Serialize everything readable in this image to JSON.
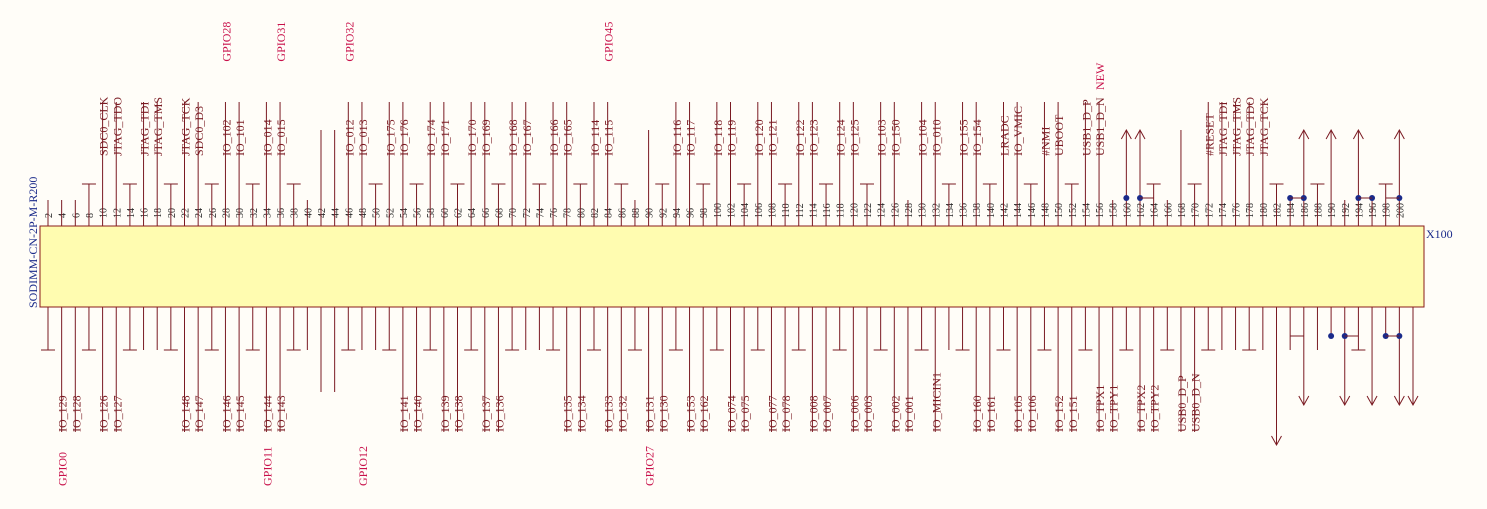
{
  "component": {
    "reference": "X100",
    "part_name": "SODIMM-CN-2P-M-R200",
    "body_color": "#fffcb0",
    "body_border_color": "#8a1a1a",
    "wire_color": "#7a1a22",
    "net_color": "#7a1a22",
    "alias_color": "#c8104a",
    "ref_color": "#1a2a8a",
    "junction_color": "#1a2a8a"
  },
  "top_pins": [
    {
      "num": "2",
      "net": "",
      "alias": "",
      "kind": "plain"
    },
    {
      "num": "4",
      "net": "",
      "alias": "",
      "kind": "plain"
    },
    {
      "num": "6",
      "net": "",
      "alias": "",
      "kind": "plain"
    },
    {
      "num": "8",
      "net": "",
      "alias": "",
      "kind": "gnd"
    },
    {
      "num": "10",
      "net": "SDC0_CLK",
      "alias": "",
      "kind": "net"
    },
    {
      "num": "12",
      "net": "JTAG_TDO",
      "alias": "",
      "kind": "net"
    },
    {
      "num": "14",
      "net": "",
      "alias": "",
      "kind": "gnd"
    },
    {
      "num": "16",
      "net": "JTAG_TDI",
      "alias": "",
      "kind": "net"
    },
    {
      "num": "18",
      "net": "JTAG_TMS",
      "alias": "",
      "kind": "net"
    },
    {
      "num": "20",
      "net": "",
      "alias": "",
      "kind": "gnd"
    },
    {
      "num": "22",
      "net": "JTAG_TCK",
      "alias": "",
      "kind": "net"
    },
    {
      "num": "24",
      "net": "SDC0_D3",
      "alias": "",
      "kind": "net"
    },
    {
      "num": "26",
      "net": "",
      "alias": "",
      "kind": "gnd"
    },
    {
      "num": "28",
      "net": "IO_102",
      "alias": "GPIO28",
      "kind": "net"
    },
    {
      "num": "30",
      "net": "IO_101",
      "alias": "",
      "kind": "net"
    },
    {
      "num": "32",
      "net": "",
      "alias": "",
      "kind": "gnd"
    },
    {
      "num": "34",
      "net": "IO_014",
      "alias": "",
      "kind": "net"
    },
    {
      "num": "36",
      "net": "IO_015",
      "alias": "GPIO31",
      "kind": "net"
    },
    {
      "num": "38",
      "net": "",
      "alias": "",
      "kind": "gnd"
    },
    {
      "num": "40",
      "net": "",
      "alias": "",
      "kind": "plain"
    },
    {
      "num": "42",
      "net": "",
      "alias": "",
      "kind": "open"
    },
    {
      "num": "44",
      "net": "",
      "alias": "",
      "kind": "open"
    },
    {
      "num": "46",
      "net": "IO_012",
      "alias": "GPIO32",
      "kind": "net"
    },
    {
      "num": "48",
      "net": "IO_013",
      "alias": "",
      "kind": "net"
    },
    {
      "num": "50",
      "net": "",
      "alias": "",
      "kind": "gnd"
    },
    {
      "num": "52",
      "net": "IO_175",
      "alias": "",
      "kind": "net"
    },
    {
      "num": "54",
      "net": "IO_176",
      "alias": "",
      "kind": "net"
    },
    {
      "num": "56",
      "net": "",
      "alias": "",
      "kind": "gnd"
    },
    {
      "num": "58",
      "net": "IO_174",
      "alias": "",
      "kind": "net"
    },
    {
      "num": "60",
      "net": "IO_171",
      "alias": "",
      "kind": "net"
    },
    {
      "num": "62",
      "net": "",
      "alias": "",
      "kind": "gnd"
    },
    {
      "num": "64",
      "net": "IO_170",
      "alias": "",
      "kind": "net"
    },
    {
      "num": "66",
      "net": "IO_169",
      "alias": "",
      "kind": "net"
    },
    {
      "num": "68",
      "net": "",
      "alias": "",
      "kind": "gnd"
    },
    {
      "num": "70",
      "net": "IO_168",
      "alias": "",
      "kind": "net"
    },
    {
      "num": "72",
      "net": "IO_167",
      "alias": "",
      "kind": "net"
    },
    {
      "num": "74",
      "net": "",
      "alias": "",
      "kind": "gnd"
    },
    {
      "num": "76",
      "net": "IO_166",
      "alias": "",
      "kind": "net"
    },
    {
      "num": "78",
      "net": "IO_165",
      "alias": "",
      "kind": "net"
    },
    {
      "num": "80",
      "net": "",
      "alias": "",
      "kind": "gnd"
    },
    {
      "num": "82",
      "net": "IO_114",
      "alias": "",
      "kind": "net"
    },
    {
      "num": "84",
      "net": "IO_115",
      "alias": "GPIO45",
      "kind": "net"
    },
    {
      "num": "86",
      "net": "",
      "alias": "",
      "kind": "gnd"
    },
    {
      "num": "88",
      "net": "",
      "alias": "",
      "kind": "plain"
    },
    {
      "num": "90",
      "net": "",
      "alias": "",
      "kind": "open"
    },
    {
      "num": "92",
      "net": "",
      "alias": "",
      "kind": "gnd"
    },
    {
      "num": "94",
      "net": "IO_116",
      "alias": "",
      "kind": "net"
    },
    {
      "num": "96",
      "net": "IO_117",
      "alias": "",
      "kind": "net"
    },
    {
      "num": "98",
      "net": "",
      "alias": "",
      "kind": "gnd"
    },
    {
      "num": "100",
      "net": "IO_118",
      "alias": "",
      "kind": "net"
    },
    {
      "num": "102",
      "net": "IO_119",
      "alias": "",
      "kind": "net"
    },
    {
      "num": "104",
      "net": "",
      "alias": "",
      "kind": "gnd"
    },
    {
      "num": "106",
      "net": "IO_120",
      "alias": "",
      "kind": "net"
    },
    {
      "num": "108",
      "net": "IO_121",
      "alias": "",
      "kind": "net"
    },
    {
      "num": "110",
      "net": "",
      "alias": "",
      "kind": "gnd"
    },
    {
      "num": "112",
      "net": "IO_122",
      "alias": "",
      "kind": "net"
    },
    {
      "num": "114",
      "net": "IO_123",
      "alias": "",
      "kind": "net"
    },
    {
      "num": "116",
      "net": "",
      "alias": "",
      "kind": "gnd"
    },
    {
      "num": "118",
      "net": "IO_124",
      "alias": "",
      "kind": "net"
    },
    {
      "num": "120",
      "net": "IO_125",
      "alias": "",
      "kind": "net"
    },
    {
      "num": "122",
      "net": "",
      "alias": "",
      "kind": "gnd"
    },
    {
      "num": "124",
      "net": "IO_103",
      "alias": "",
      "kind": "net"
    },
    {
      "num": "126",
      "net": "IO_150",
      "alias": "",
      "kind": "net"
    },
    {
      "num": "128",
      "net": "",
      "alias": "",
      "kind": "plain"
    },
    {
      "num": "130",
      "net": "IO_104",
      "alias": "",
      "kind": "net"
    },
    {
      "num": "132",
      "net": "IO_010",
      "alias": "",
      "kind": "net"
    },
    {
      "num": "134",
      "net": "",
      "alias": "",
      "kind": "gnd"
    },
    {
      "num": "136",
      "net": "IO_155",
      "alias": "",
      "kind": "net"
    },
    {
      "num": "138",
      "net": "IO_154",
      "alias": "",
      "kind": "net"
    },
    {
      "num": "140",
      "net": "",
      "alias": "",
      "kind": "gnd"
    },
    {
      "num": "142",
      "net": "LRADC",
      "alias": "",
      "kind": "net"
    },
    {
      "num": "144",
      "net": "IO_VMIC",
      "alias": "",
      "kind": "net"
    },
    {
      "num": "146",
      "net": "",
      "alias": "",
      "kind": "gnd"
    },
    {
      "num": "148",
      "net": "#NMI",
      "alias": "",
      "kind": "net"
    },
    {
      "num": "150",
      "net": "UBOOT",
      "alias": "",
      "kind": "net"
    },
    {
      "num": "152",
      "net": "",
      "alias": "",
      "kind": "gnd"
    },
    {
      "num": "154",
      "net": "USB1_D_P",
      "alias": "",
      "kind": "net"
    },
    {
      "num": "156",
      "net": "USB1_D_N",
      "alias": "NEW",
      "kind": "net"
    },
    {
      "num": "158",
      "net": "",
      "alias": "",
      "kind": "plain"
    },
    {
      "num": "160",
      "net": "",
      "alias": "",
      "kind": "pwr_junction"
    },
    {
      "num": "162",
      "net": "",
      "alias": "",
      "kind": "pwr_junction"
    },
    {
      "num": "164",
      "net": "",
      "alias": "",
      "kind": "gnd"
    },
    {
      "num": "166",
      "net": "",
      "alias": "",
      "kind": "plain"
    },
    {
      "num": "168",
      "net": "",
      "alias": "",
      "kind": "open"
    },
    {
      "num": "170",
      "net": "",
      "alias": "",
      "kind": "gnd"
    },
    {
      "num": "172",
      "net": "#RESET",
      "alias": "",
      "kind": "net"
    },
    {
      "num": "174",
      "net": "JTAG_TDI",
      "alias": "",
      "kind": "net"
    },
    {
      "num": "176",
      "net": "JTAG_TMS",
      "alias": "",
      "kind": "net"
    },
    {
      "num": "178",
      "net": "JTAG_TDO",
      "alias": "",
      "kind": "net"
    },
    {
      "num": "180",
      "net": "JTAG_TCK",
      "alias": "",
      "kind": "net"
    },
    {
      "num": "182",
      "net": "",
      "alias": "",
      "kind": "gnd"
    },
    {
      "num": "184",
      "net": "",
      "alias": "",
      "kind": "junction"
    },
    {
      "num": "186",
      "net": "",
      "alias": "",
      "kind": "pwr_junction"
    },
    {
      "num": "188",
      "net": "",
      "alias": "",
      "kind": "gnd"
    },
    {
      "num": "190",
      "net": "",
      "alias": "",
      "kind": "pwr"
    },
    {
      "num": "192",
      "net": "",
      "alias": "",
      "kind": "plain"
    },
    {
      "num": "194",
      "net": "",
      "alias": "",
      "kind": "pwr_junction"
    },
    {
      "num": "196",
      "net": "",
      "alias": "",
      "kind": "junction"
    },
    {
      "num": "198",
      "net": "",
      "alias": "",
      "kind": "gnd"
    },
    {
      "num": "200",
      "net": "",
      "alias": "",
      "kind": "pwr_junction"
    }
  ],
  "bottom_pins": [
    {
      "net": "",
      "alias": "",
      "kind": "gnd"
    },
    {
      "net": "IO_129",
      "alias": "GPIO0",
      "kind": "net"
    },
    {
      "net": "IO_128",
      "alias": "",
      "kind": "net"
    },
    {
      "net": "",
      "alias": "",
      "kind": "gnd"
    },
    {
      "net": "IO_126",
      "alias": "",
      "kind": "net"
    },
    {
      "net": "IO_127",
      "alias": "",
      "kind": "net"
    },
    {
      "net": "",
      "alias": "",
      "kind": "gnd"
    },
    {
      "net": "",
      "alias": "",
      "kind": "plain"
    },
    {
      "net": "",
      "alias": "",
      "kind": "plain"
    },
    {
      "net": "",
      "alias": "",
      "kind": "gnd"
    },
    {
      "net": "IO_148",
      "alias": "",
      "kind": "net"
    },
    {
      "net": "IO_147",
      "alias": "",
      "kind": "net"
    },
    {
      "net": "",
      "alias": "",
      "kind": "gnd"
    },
    {
      "net": "IO_146",
      "alias": "",
      "kind": "net"
    },
    {
      "net": "IO_145",
      "alias": "",
      "kind": "net"
    },
    {
      "net": "",
      "alias": "",
      "kind": "gnd"
    },
    {
      "net": "IO_144",
      "alias": "GPIO11",
      "kind": "net"
    },
    {
      "net": "IO_143",
      "alias": "",
      "kind": "net"
    },
    {
      "net": "",
      "alias": "",
      "kind": "gnd"
    },
    {
      "net": "",
      "alias": "",
      "kind": "plain"
    },
    {
      "net": "",
      "alias": "",
      "kind": "open"
    },
    {
      "net": "",
      "alias": "",
      "kind": "open"
    },
    {
      "net": "",
      "alias": "",
      "kind": "gnd"
    },
    {
      "net": "",
      "alias": "GPIO12",
      "kind": "plain"
    },
    {
      "net": "",
      "alias": "",
      "kind": "plain"
    },
    {
      "net": "",
      "alias": "",
      "kind": "gnd"
    },
    {
      "net": "IO_141",
      "alias": "",
      "kind": "net"
    },
    {
      "net": "IO_140",
      "alias": "",
      "kind": "net"
    },
    {
      "net": "",
      "alias": "",
      "kind": "gnd"
    },
    {
      "net": "IO_139",
      "alias": "",
      "kind": "net"
    },
    {
      "net": "IO_138",
      "alias": "",
      "kind": "net"
    },
    {
      "net": "",
      "alias": "",
      "kind": "gnd"
    },
    {
      "net": "IO_137",
      "alias": "",
      "kind": "net"
    },
    {
      "net": "IO_136",
      "alias": "",
      "kind": "net"
    },
    {
      "net": "",
      "alias": "",
      "kind": "gnd"
    },
    {
      "net": "",
      "alias": "",
      "kind": "plain"
    },
    {
      "net": "",
      "alias": "",
      "kind": "plain"
    },
    {
      "net": "",
      "alias": "",
      "kind": "gnd"
    },
    {
      "net": "IO_135",
      "alias": "",
      "kind": "net"
    },
    {
      "net": "IO_134",
      "alias": "",
      "kind": "net"
    },
    {
      "net": "",
      "alias": "",
      "kind": "gnd"
    },
    {
      "net": "IO_133",
      "alias": "",
      "kind": "net"
    },
    {
      "net": "IO_132",
      "alias": "",
      "kind": "net"
    },
    {
      "net": "",
      "alias": "",
      "kind": "gnd"
    },
    {
      "net": "IO_131",
      "alias": "GPIO27",
      "kind": "net"
    },
    {
      "net": "IO_130",
      "alias": "",
      "kind": "net"
    },
    {
      "net": "",
      "alias": "",
      "kind": "gnd"
    },
    {
      "net": "IO_153",
      "alias": "",
      "kind": "net"
    },
    {
      "net": "IO_162",
      "alias": "",
      "kind": "net"
    },
    {
      "net": "",
      "alias": "",
      "kind": "gnd"
    },
    {
      "net": "IO_074",
      "alias": "",
      "kind": "net"
    },
    {
      "net": "IO_075",
      "alias": "",
      "kind": "net"
    },
    {
      "net": "",
      "alias": "",
      "kind": "gnd"
    },
    {
      "net": "IO_077",
      "alias": "",
      "kind": "net"
    },
    {
      "net": "IO_078",
      "alias": "",
      "kind": "net"
    },
    {
      "net": "",
      "alias": "",
      "kind": "gnd"
    },
    {
      "net": "IO_008",
      "alias": "",
      "kind": "net"
    },
    {
      "net": "IO_007",
      "alias": "",
      "kind": "net"
    },
    {
      "net": "",
      "alias": "",
      "kind": "gnd"
    },
    {
      "net": "IO_006",
      "alias": "",
      "kind": "net"
    },
    {
      "net": "IO_003",
      "alias": "",
      "kind": "net"
    },
    {
      "net": "",
      "alias": "",
      "kind": "gnd"
    },
    {
      "net": "IO_002",
      "alias": "",
      "kind": "net"
    },
    {
      "net": "IO_001",
      "alias": "",
      "kind": "net"
    },
    {
      "net": "",
      "alias": "",
      "kind": "gnd"
    },
    {
      "net": "IO_MICIN1",
      "alias": "",
      "kind": "net"
    },
    {
      "net": "",
      "alias": "",
      "kind": "plain"
    },
    {
      "net": "",
      "alias": "",
      "kind": "gnd"
    },
    {
      "net": "IO_160",
      "alias": "",
      "kind": "net"
    },
    {
      "net": "IO_161",
      "alias": "",
      "kind": "net"
    },
    {
      "net": "",
      "alias": "",
      "kind": "gnd"
    },
    {
      "net": "IO_105",
      "alias": "",
      "kind": "net"
    },
    {
      "net": "IO_106",
      "alias": "",
      "kind": "net"
    },
    {
      "net": "",
      "alias": "",
      "kind": "gnd"
    },
    {
      "net": "IO_152",
      "alias": "",
      "kind": "net"
    },
    {
      "net": "IO_151",
      "alias": "",
      "kind": "net"
    },
    {
      "net": "",
      "alias": "",
      "kind": "gnd"
    },
    {
      "net": "IO_TPX1",
      "alias": "",
      "kind": "net"
    },
    {
      "net": "IO_TPY1",
      "alias": "",
      "kind": "net"
    },
    {
      "net": "",
      "alias": "",
      "kind": "gnd"
    },
    {
      "net": "IO_TPX2",
      "alias": "",
      "kind": "net"
    },
    {
      "net": "IO_TPY2",
      "alias": "",
      "kind": "net"
    },
    {
      "net": "",
      "alias": "",
      "kind": "gnd"
    },
    {
      "net": "USB0_D_P",
      "alias": "",
      "kind": "net"
    },
    {
      "net": "USB0_D_N",
      "alias": "",
      "kind": "net"
    },
    {
      "net": "",
      "alias": "",
      "kind": "gnd"
    },
    {
      "net": "",
      "alias": "",
      "kind": "plain"
    },
    {
      "net": "",
      "alias": "",
      "kind": "plain"
    },
    {
      "net": "",
      "alias": "",
      "kind": "gnd"
    },
    {
      "net": "",
      "alias": "",
      "kind": "plain"
    },
    {
      "net": "",
      "alias": "",
      "kind": "plain"
    },
    {
      "net": "",
      "alias": "",
      "kind": "plain"
    },
    {
      "net": "",
      "alias": "",
      "kind": "pwr_down"
    },
    {
      "net": "",
      "alias": "",
      "kind": "plain"
    },
    {
      "net": "",
      "alias": "",
      "kind": "junction"
    },
    {
      "net": "",
      "alias": "",
      "kind": "pwr_down_junction"
    },
    {
      "net": "",
      "alias": "",
      "kind": "gnd"
    },
    {
      "net": "",
      "alias": "",
      "kind": "pwr_down"
    },
    {
      "net": "",
      "alias": "",
      "kind": "junction"
    },
    {
      "net": "",
      "alias": "",
      "kind": "pwr_down_junction"
    },
    {
      "net": "",
      "alias": "",
      "kind": "pwr_down"
    }
  ]
}
